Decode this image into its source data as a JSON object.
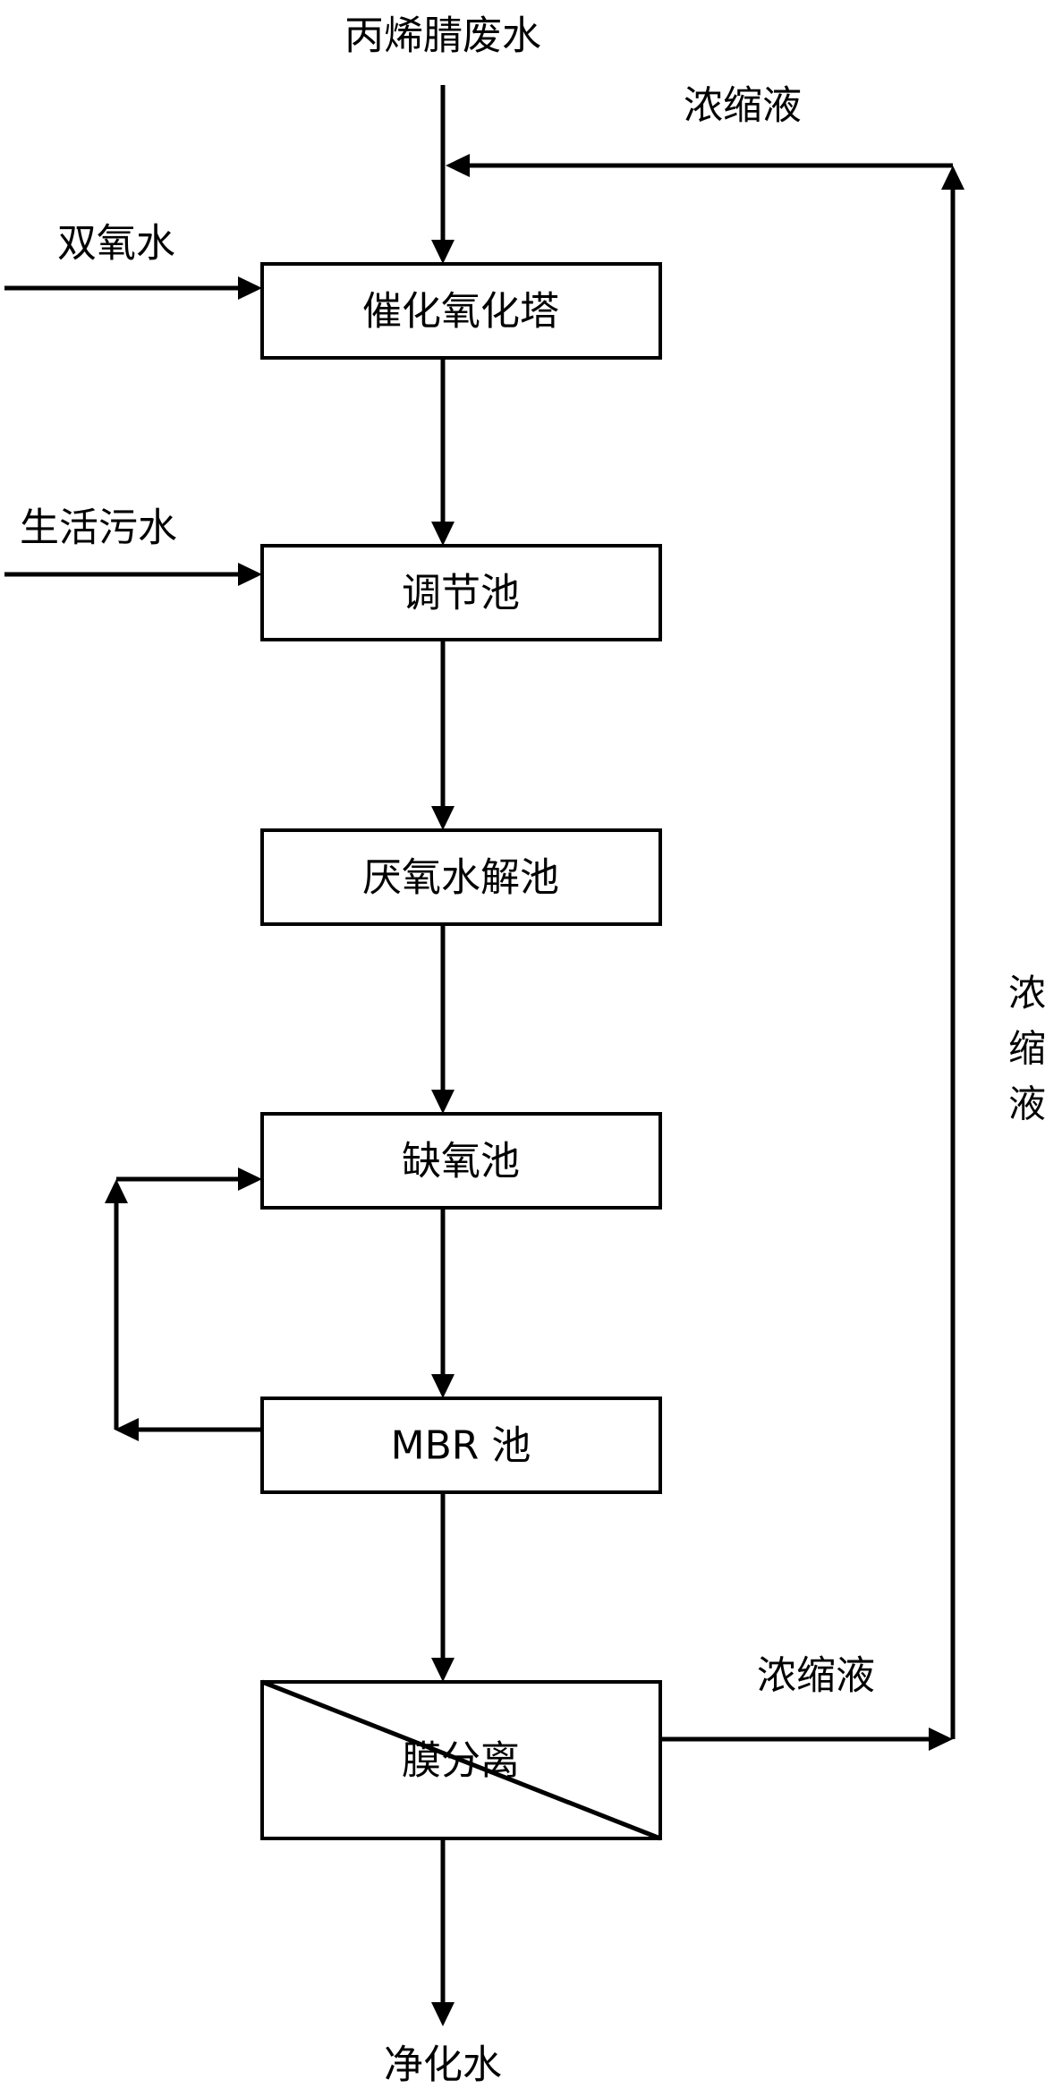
{
  "diagram": {
    "inputs": {
      "acrylonitrile_wastewater": "丙烯腈废水",
      "hydrogen_peroxide": "双氧水",
      "domestic_sewage": "生活污水"
    },
    "process_units": {
      "catalytic_oxidation_tower": "催化氧化塔",
      "regulating_tank": "调节池",
      "anaerobic_hydrolysis_tank": "厌氧水解池",
      "anoxic_tank": "缺氧池",
      "mbr_tank": "MBR 池",
      "membrane_separation": "膜分离"
    },
    "streams": {
      "concentrate_top": "浓缩液",
      "concentrate_side": "浓缩液",
      "concentrate_membrane": "浓缩液",
      "purified_water": "净化水"
    }
  }
}
